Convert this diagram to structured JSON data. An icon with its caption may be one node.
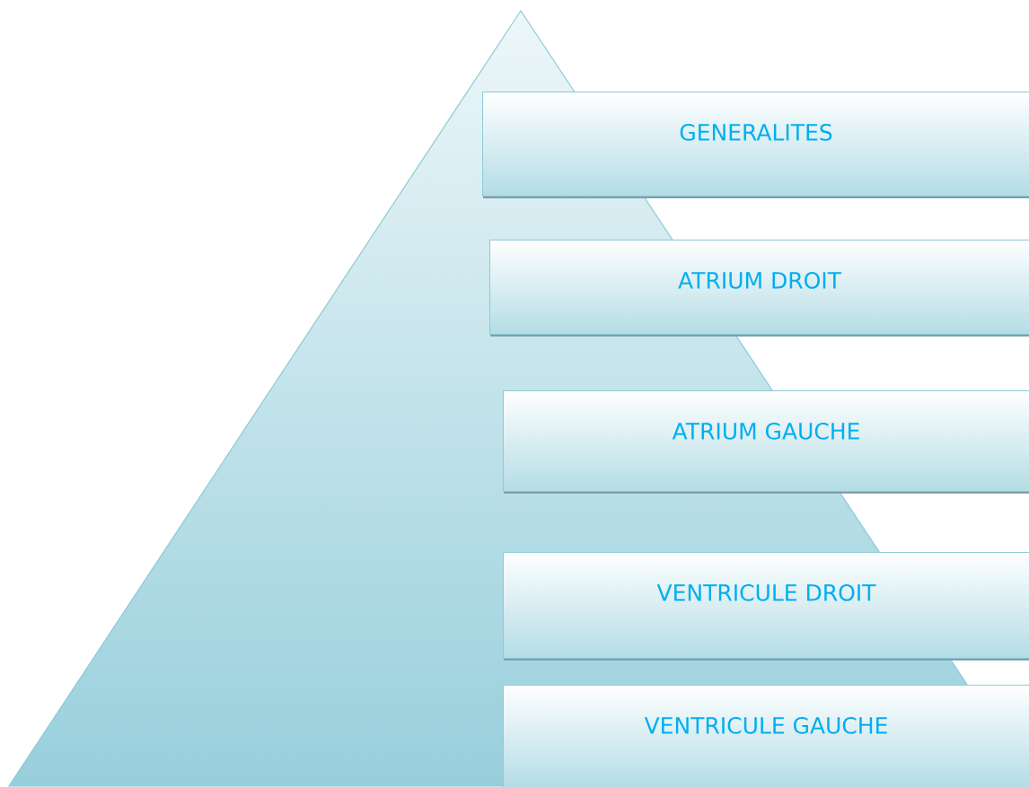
{
  "diagram": {
    "nodes": [
      {
        "text": [
          "GENERALITES"
        ]
      },
      {
        "text": [
          "ATRIUM DROIT"
        ]
      },
      {
        "text": [
          "ATRIUM GAUCHE"
        ]
      },
      {
        "text": [
          "VENTRICULE DROIT"
        ]
      },
      {
        "text": [
          "VENTRICULE GAUCHE"
        ]
      }
    ]
  }
}
